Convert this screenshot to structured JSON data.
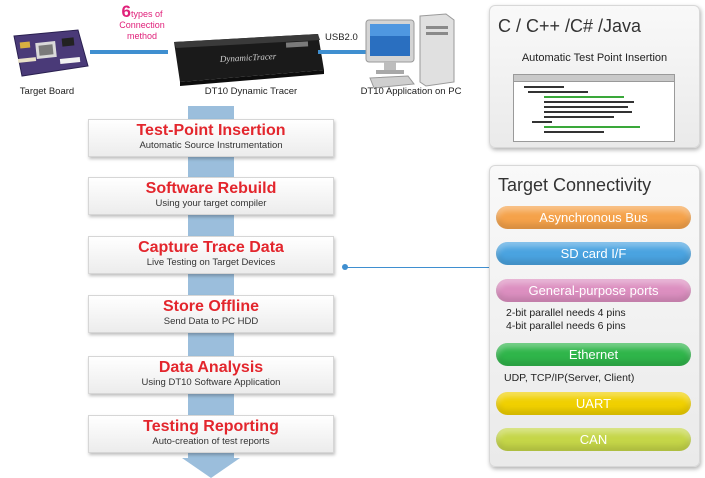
{
  "hardware": {
    "target_board": "Target Board",
    "tracer_caption": "DT10 Dynamic Tracer",
    "tracer_brand": "DynamicTracer",
    "pc_caption": "DT10 Application on PC",
    "usb_label": "USB2.0",
    "methods_number": "6",
    "methods_text_1": "types of",
    "methods_text_2": "Connection",
    "methods_text_3": "method"
  },
  "steps": [
    {
      "title": "Test-Point Insertion",
      "subtitle": "Automatic Source Instrumentation"
    },
    {
      "title": "Software Rebuild",
      "subtitle": "Using your target compiler"
    },
    {
      "title": "Capture Trace Data",
      "subtitle": "Live Testing on Target Devices"
    },
    {
      "title": "Store Offline",
      "subtitle": "Send Data to PC HDD"
    },
    {
      "title": "Data Analysis",
      "subtitle": "Using DT10 Software Application"
    },
    {
      "title": "Testing Reporting",
      "subtitle": "Auto-creation of test reports"
    }
  ],
  "languages_panel": {
    "heading": "C / C++ /C# /Java",
    "subheading": "Automatic Test Point Insertion"
  },
  "connectivity": {
    "heading": "Target Connectivity",
    "items": [
      {
        "label": "Asynchronous Bus",
        "color": "#f5a24a"
      },
      {
        "label": "SD card I/F",
        "color": "#4aa3e0"
      },
      {
        "label": "General-purpose ports",
        "color": "#dc8fc0"
      },
      {
        "label": "Ethernet",
        "color": "#2fb54a"
      },
      {
        "label": "UART",
        "color": "#f0d000"
      },
      {
        "label": "CAN",
        "color": "#c5d648"
      }
    ],
    "notes": {
      "gpio_line1": "2-bit parallel needs 4 pins",
      "gpio_line2": "4-bit parallel needs 6 pins",
      "ethernet_note": "UDP, TCP/IP(Server, Client)"
    }
  },
  "colors": {
    "accent_red": "#e3262d",
    "flow_blue": "#9bbedc",
    "link_blue": "#3f8fd0",
    "magenta": "#e0217a"
  }
}
